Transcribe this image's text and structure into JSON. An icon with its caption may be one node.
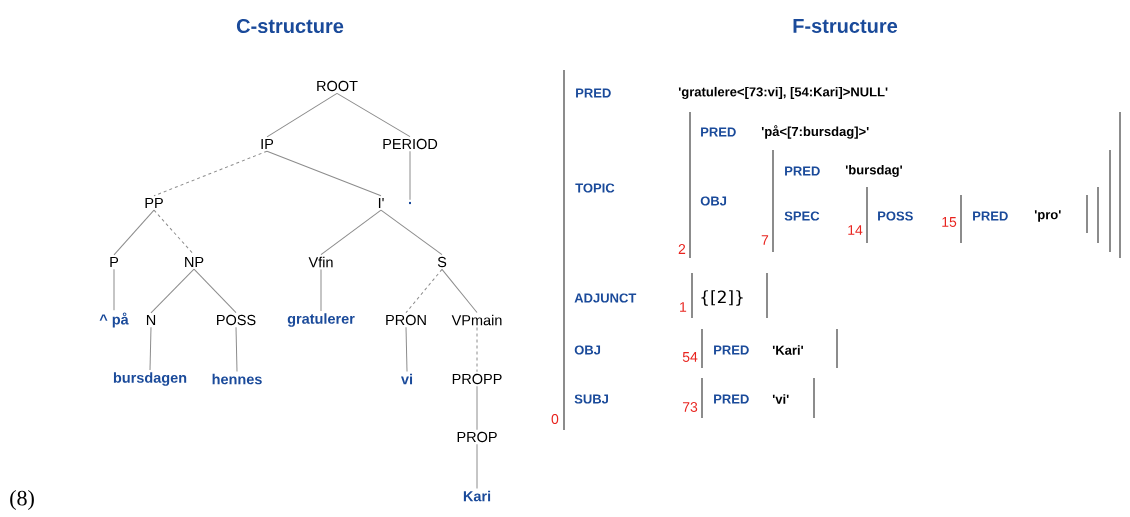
{
  "diagram": {
    "nodes": [
      {
        "text": [
          "ROOT"
        ]
      },
      {
        "text": [
          "IP"
        ]
      },
      {
        "text": [
          "PERIOD"
        ]
      },
      {
        "text": [
          "PP"
        ]
      },
      {
        "text": [
          "I'"
        ]
      },
      {
        "text": [
          "."
        ]
      },
      {
        "text": [
          "P"
        ]
      },
      {
        "text": [
          "NP"
        ]
      },
      {
        "text": [
          "Vfin"
        ]
      },
      {
        "text": [
          "S"
        ]
      },
      {
        "text": [
          "^ på"
        ]
      },
      {
        "text": [
          "N"
        ]
      },
      {
        "text": [
          "POSS"
        ]
      },
      {
        "text": [
          "gratulerer"
        ]
      },
      {
        "text": [
          "PRON"
        ]
      },
      {
        "text": [
          "VPmain"
        ]
      },
      {
        "text": [
          "bursdagen"
        ]
      },
      {
        "text": [
          "hennes"
        ]
      },
      {
        "text": [
          "vi"
        ]
      },
      {
        "text": [
          "PROPP"
        ]
      },
      {
        "text": [
          "PROP"
        ]
      },
      {
        "text": [
          "Kari"
        ]
      }
    ],
    "edges": [
      {
        "from": 0,
        "to": 1,
        "arrow": "none"
      },
      {
        "from": 0,
        "to": 2,
        "arrow": "none"
      },
      {
        "from": 1,
        "to": 3,
        "arrow": "none",
        "style": "dashed"
      },
      {
        "from": 1,
        "to": 4,
        "arrow": "none"
      },
      {
        "from": 2,
        "to": 5,
        "arrow": "none"
      },
      {
        "from": 3,
        "to": 6,
        "arrow": "none"
      },
      {
        "from": 3,
        "to": 7,
        "arrow": "none",
        "style": "dashed"
      },
      {
        "from": 4,
        "to": 8,
        "arrow": "none"
      },
      {
        "from": 4,
        "to": 9,
        "arrow": "none"
      },
      {
        "from": 6,
        "to": 10,
        "arrow": "none"
      },
      {
        "from": 7,
        "to": 11,
        "arrow": "none"
      },
      {
        "from": 7,
        "to": 12,
        "arrow": "none"
      },
      {
        "from": 8,
        "to": 13,
        "arrow": "none"
      },
      {
        "from": 9,
        "to": 14,
        "arrow": "none",
        "style": "dashed"
      },
      {
        "from": 9,
        "to": 15,
        "arrow": "none"
      },
      {
        "from": 11,
        "to": 16,
        "arrow": "none"
      },
      {
        "from": 12,
        "to": 17,
        "arrow": "none"
      },
      {
        "from": 14,
        "to": 18,
        "arrow": "none"
      },
      {
        "from": 15,
        "to": 19,
        "arrow": "none",
        "style": "dashed"
      },
      {
        "from": 19,
        "to": 20,
        "arrow": "none"
      },
      {
        "from": 20,
        "to": 21,
        "arrow": "none"
      }
    ],
    "labels": [
      "C-structure",
      "F-structure",
      "(8)",
      "PRED",
      "'gratulere<[73:vi], [54:Kari]>NULL'",
      "PRED",
      "'på<[7:bursdag]>'",
      "PRED",
      "'bursdag'",
      "TOPIC",
      "OBJ",
      "SPEC",
      "14",
      "POSS",
      "15",
      "PRED",
      "'pro'",
      "7",
      "2",
      "ADJUNCT",
      "1",
      "{[2]}",
      "OBJ",
      "54",
      "PRED",
      "'Kari'",
      "SUBJ",
      "73",
      "PRED",
      "'vi'",
      "0"
    ]
  }
}
